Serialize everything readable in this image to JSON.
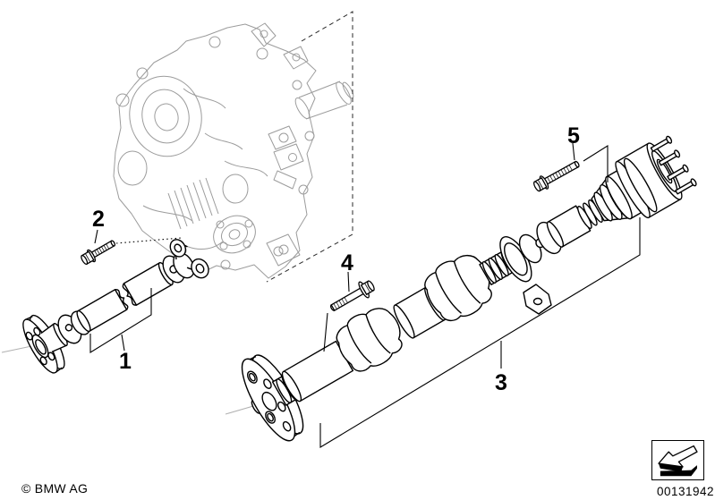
{
  "diagram": {
    "callouts": [
      {
        "number": "1"
      },
      {
        "number": "2"
      },
      {
        "number": "3"
      },
      {
        "number": "4"
      },
      {
        "number": "5"
      }
    ]
  },
  "footer": {
    "copyright": "© BMW AG",
    "image_number": "00131942"
  },
  "colors": {
    "background": "#ffffff",
    "line": "#000000",
    "ghost_sketch": "#9c9c9c"
  }
}
